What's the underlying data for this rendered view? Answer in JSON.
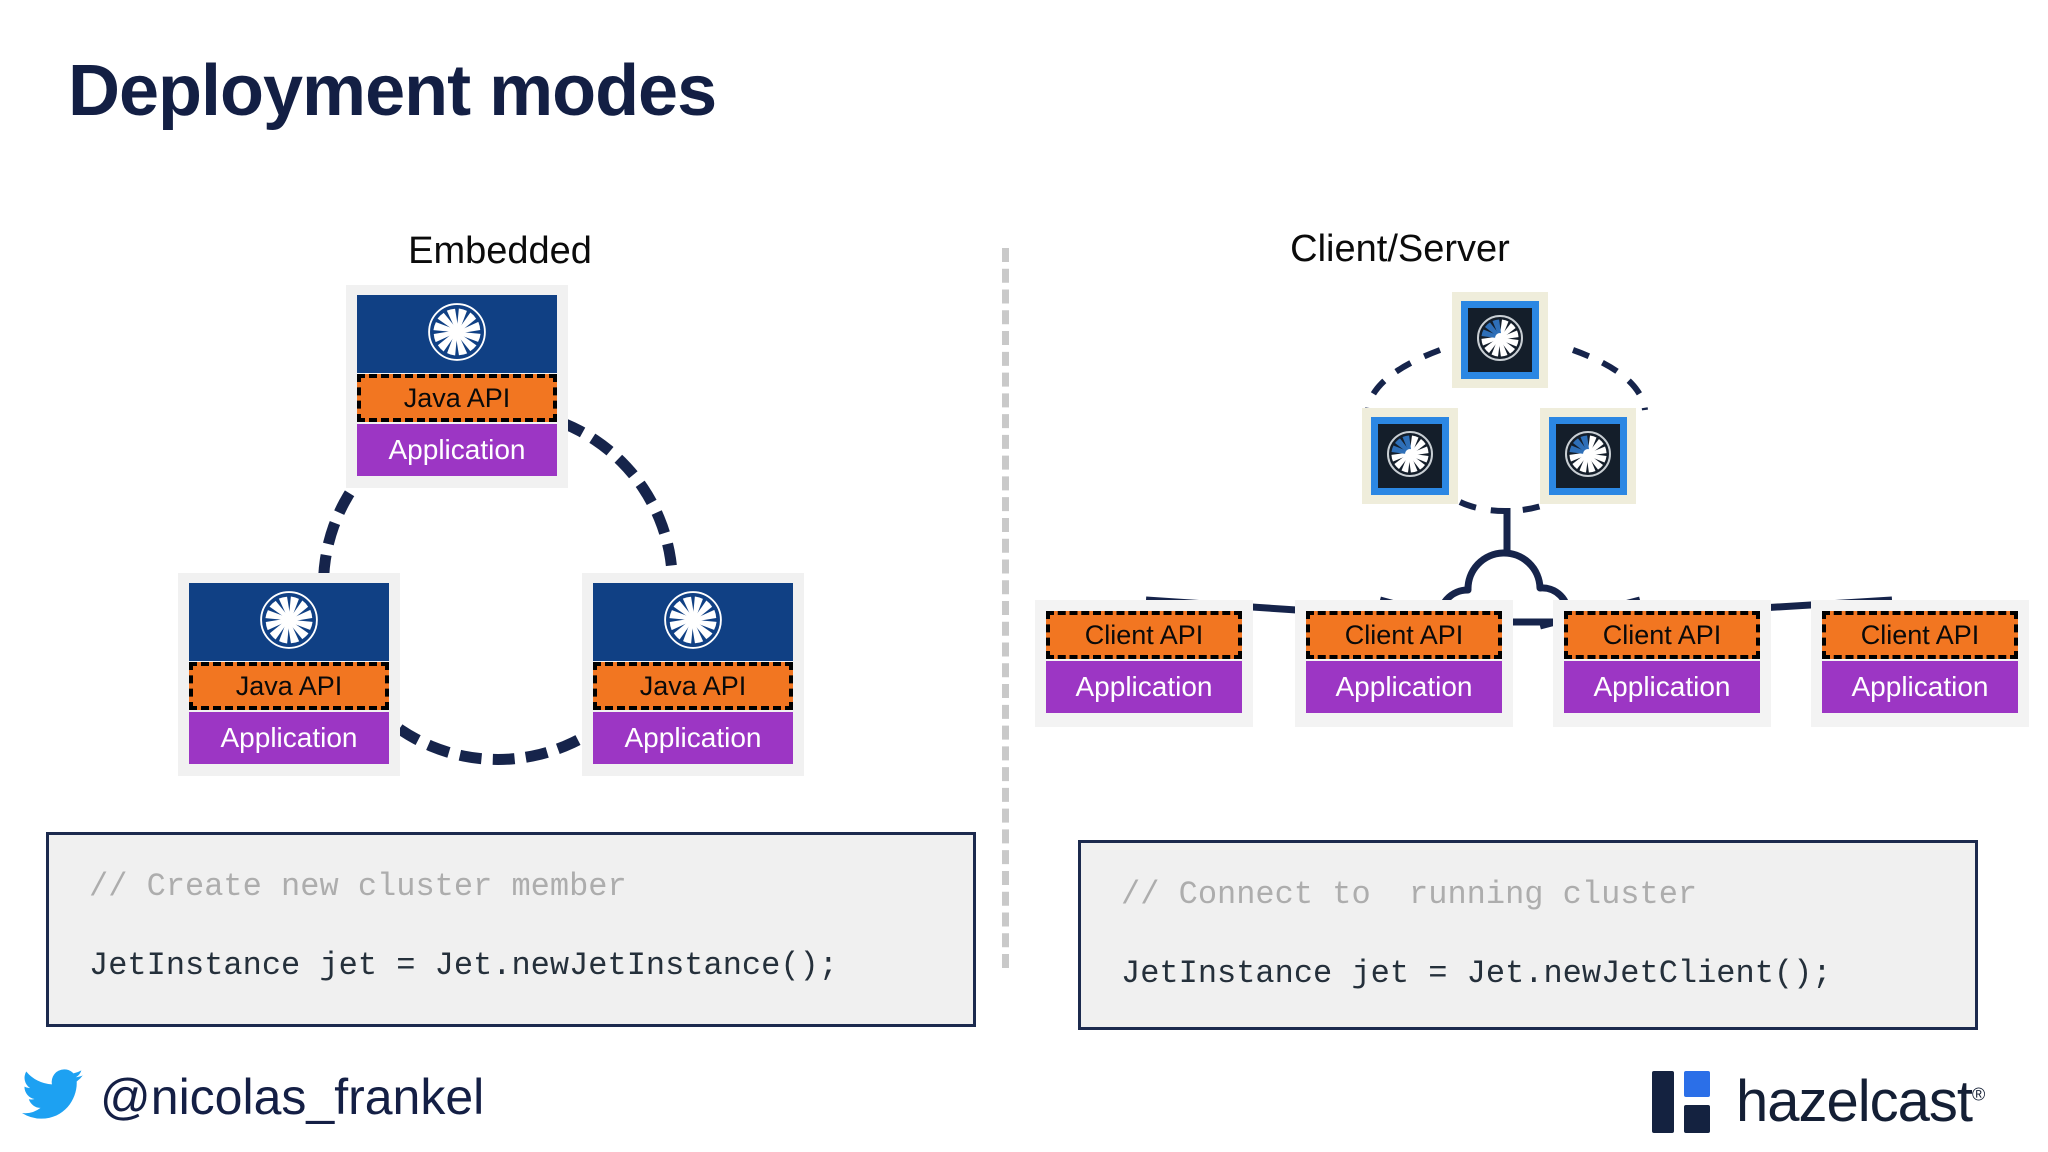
{
  "slide": {
    "title": "Deployment modes",
    "background": "#ffffff"
  },
  "colors": {
    "title_navy": "#131F44",
    "api_orange": "#F27621",
    "app_purple": "#9C36C4",
    "node_header_blue": "#104084",
    "server_frame_cream": "#EFEDDB",
    "server_border_blue": "#2B87E3",
    "server_bg_navy": "#141E2A",
    "connector_navy": "#16244B",
    "divider_gray": "#C9C9C9",
    "code_bg": "#F0F0F0",
    "code_border": "#1C2A4E",
    "code_comment_gray": "#ADADAD",
    "code_text": "#25303B",
    "twitter_blue": "#1DA1F2",
    "hazelcast_navy": "#142240",
    "hazelcast_blue": "#2B6FE8"
  },
  "left_panel": {
    "heading": "Embedded",
    "nodes": [
      {
        "logo": "jet-turbine-icon",
        "api_label": "Java API",
        "app_label": "Application"
      },
      {
        "logo": "jet-turbine-icon",
        "api_label": "Java API",
        "app_label": "Application"
      },
      {
        "logo": "jet-turbine-icon",
        "api_label": "Java API",
        "app_label": "Application"
      }
    ],
    "code": {
      "comment": "// Create new cluster member",
      "statement": "JetInstance jet = Jet.newJetInstance();"
    }
  },
  "right_panel": {
    "heading": "Client/Server",
    "servers": [
      {
        "logo": "jet-turbine-icon"
      },
      {
        "logo": "jet-turbine-icon"
      },
      {
        "logo": "jet-turbine-icon"
      }
    ],
    "cloud_icon": "cloud-icon",
    "clients": [
      {
        "api_label": "Client API",
        "app_label": "Application"
      },
      {
        "api_label": "Client API",
        "app_label": "Application"
      },
      {
        "api_label": "Client API",
        "app_label": "Application"
      },
      {
        "api_label": "Client API",
        "app_label": "Application"
      }
    ],
    "code": {
      "comment": "// Connect to  running cluster",
      "statement": "JetInstance jet = Jet.newJetClient();"
    }
  },
  "footer": {
    "twitter_icon": "twitter-bird-icon",
    "handle": "@nicolas_frankel",
    "brand_icon": "hazelcast-mark-icon",
    "brand_name": "hazelcast",
    "brand_registered": "®"
  }
}
